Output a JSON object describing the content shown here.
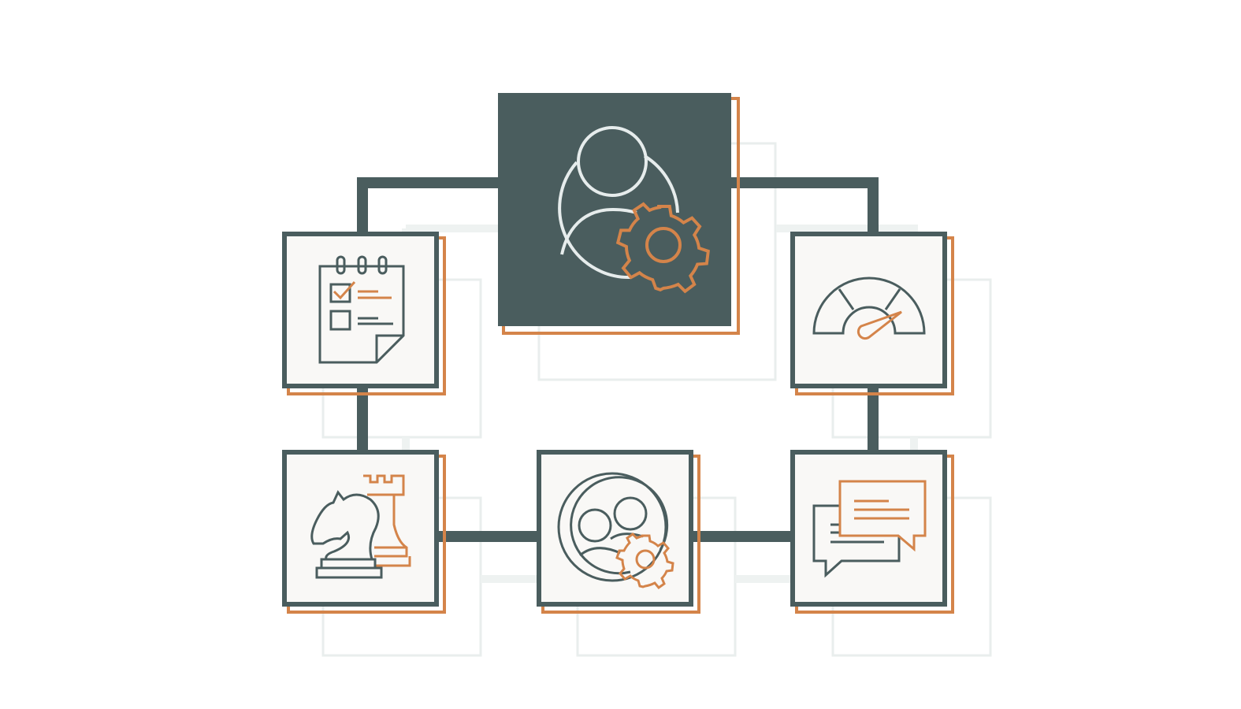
{
  "colors": {
    "background": "#ffffff",
    "slate": "#4a5d5e",
    "accent": "#d4844a",
    "card_fill": "#f9f8f6",
    "shadow": "#e9eeed",
    "center_fill": "#4a5d5e",
    "center_stroke": "#e6ecec"
  },
  "nodes": [
    {
      "id": "center",
      "icon": "user-settings-icon",
      "highlighted": true
    },
    {
      "id": "checklist",
      "icon": "checklist-notepad-icon",
      "highlighted": false
    },
    {
      "id": "performance",
      "icon": "speedometer-gauge-icon",
      "highlighted": false
    },
    {
      "id": "strategy",
      "icon": "chess-knight-rook-icon",
      "highlighted": false
    },
    {
      "id": "team-management",
      "icon": "team-settings-icon",
      "highlighted": false
    },
    {
      "id": "communication",
      "icon": "chat-bubbles-icon",
      "highlighted": false
    }
  ],
  "connections": [
    {
      "from": "center",
      "to": "checklist"
    },
    {
      "from": "center",
      "to": "performance"
    },
    {
      "from": "checklist",
      "to": "strategy"
    },
    {
      "from": "performance",
      "to": "communication"
    },
    {
      "from": "strategy",
      "to": "team-management"
    },
    {
      "from": "team-management",
      "to": "communication"
    }
  ]
}
